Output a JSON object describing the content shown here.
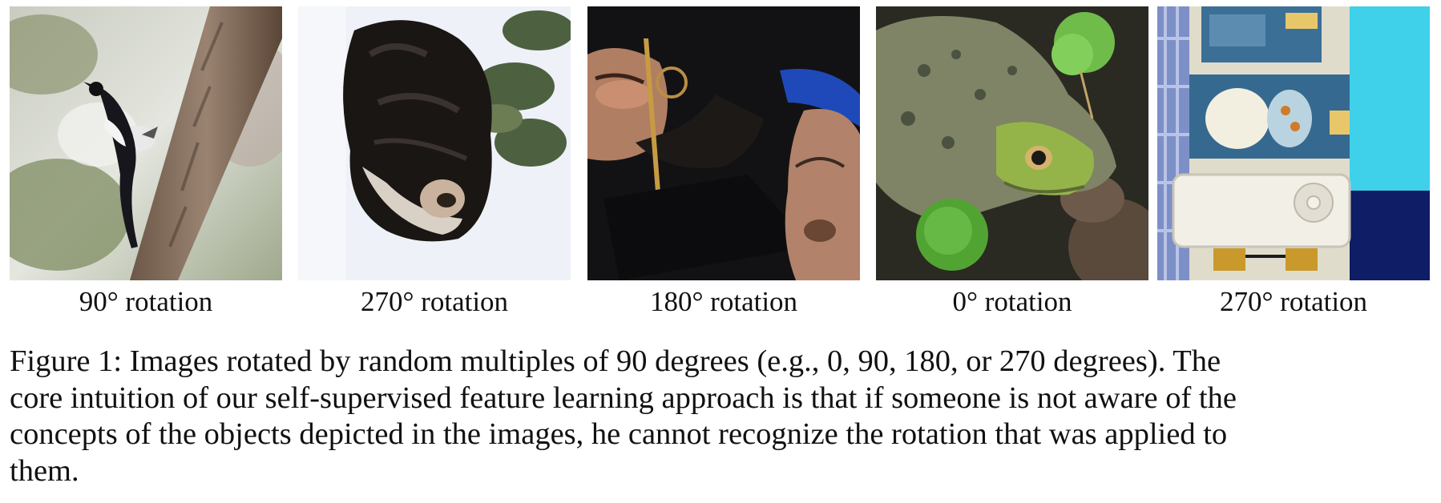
{
  "figure": {
    "panels": [
      {
        "label": "90° rotation",
        "subject": "bird on tree trunk"
      },
      {
        "label": "270° rotation",
        "subject": "black and white dog on snow"
      },
      {
        "label": "180° rotation",
        "subject": "graduate with mortarboard tassel"
      },
      {
        "label": "0° rotation",
        "subject": "frog among leaves"
      },
      {
        "label": "270° rotation",
        "subject": "toy bathroom scene with device"
      }
    ],
    "caption_lines": [
      "Figure 1: Images rotated by random multiples of 90 degrees (e.g., 0, 90, 180, or 270 degrees). The",
      "core intuition of our self-supervised feature learning approach is that if someone is not aware of the",
      "concepts of the objects depicted in the images, he cannot recognize the rotation that was applied to",
      "them."
    ]
  }
}
